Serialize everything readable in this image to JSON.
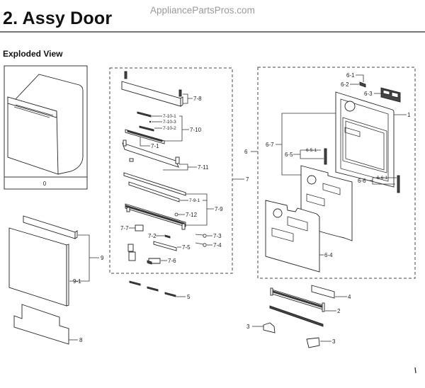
{
  "header": {
    "title": "2.  Assy Door",
    "watermark": "AppliancePartsPros.com",
    "subtitle": "Exploded View"
  },
  "reference_box": {
    "label": "0",
    "description": "dishwasher-assembly"
  },
  "groups": [
    {
      "id": "7",
      "label": "7",
      "description": "control panel assembly group"
    },
    {
      "id": "6",
      "label": "6",
      "description": "inner door assembly group"
    }
  ],
  "callouts": {
    "c7_8": "7-8",
    "c7_10_1": "7-10-1",
    "c7_10_3": "7-10-3",
    "c7_10_2": "7-10-2",
    "c7_10": "7-10",
    "c7_1": "7-1",
    "c7_11": "7-11",
    "c7": "7",
    "c7_9_1": "7-9-1",
    "c7_9": "7-9",
    "c7_12": "7-12",
    "c7_7": "7-7",
    "c7_2": "7-2",
    "c7_3": "7-3",
    "c7_5": "7-5",
    "c7_4": "7-4",
    "c7_6": "7-6",
    "c6_1": "6-1",
    "c6_2": "6-2",
    "c6_3": "6-3",
    "c1": "1",
    "c6": "6",
    "c6_7": "6-7",
    "c6_5": "6-5",
    "c6_5_1": "6-5-1",
    "c6_6": "6-6",
    "c6_6_1": "6-6-1",
    "c6_4": "6-4",
    "c9": "9",
    "c9_1": "9-1",
    "c8": "8",
    "c5": "5",
    "c4": "4",
    "c2": "2",
    "c3a": "3",
    "c3b": "3"
  }
}
